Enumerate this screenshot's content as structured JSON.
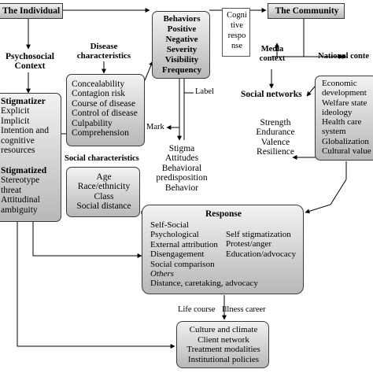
{
  "individual": {
    "title": "The Individual"
  },
  "community": {
    "title": "The Community"
  },
  "psychosocial": {
    "line1": "Psychosocial",
    "line2": "Context"
  },
  "stigmatizer": {
    "title": "Stigmatizer",
    "items": [
      "Explicit",
      "Implicit",
      "Intention and",
      "cognitive",
      "resources"
    ]
  },
  "stigmatized": {
    "title": "Stigmatized",
    "items": [
      "Stereotype",
      "threat",
      "Attitudinal",
      "ambiguity"
    ]
  },
  "disease": {
    "header1": "Disease",
    "header2": "characteristics",
    "items": [
      "Concealability",
      "Contagion risk",
      "Course of disease",
      "Control of disease",
      "Culpability",
      "Comprehension"
    ]
  },
  "social_characteristics": {
    "header": "Social characteristics",
    "items": [
      "Age",
      "Race/ethnicity",
      "Class",
      "Social distance"
    ]
  },
  "behaviors": {
    "items": [
      "Behaviors",
      "Positive",
      "Negative",
      "Severity",
      "Visibility",
      "Frequency"
    ]
  },
  "cognitive": {
    "lines": [
      "Cogni",
      "tive",
      "respo",
      "nse"
    ]
  },
  "label_text": "Label",
  "mark_text": "Mark",
  "stigma": {
    "items": [
      "Stigma",
      "Attitudes",
      "Behavioral",
      "predisposition",
      "Behavior"
    ]
  },
  "media": {
    "line1": "Media",
    "line2": "context"
  },
  "national": {
    "title": "National conte"
  },
  "social_networks": {
    "title": "Social networks",
    "items": [
      "Strength",
      "Endurance",
      "Valence",
      "Resilience"
    ]
  },
  "national_box": {
    "items": [
      "Economic",
      "development",
      "Welfare state",
      "ideology",
      "Health care",
      "system",
      "Globalization",
      "Cultural value"
    ]
  },
  "response": {
    "title": "Response",
    "left_items": [
      "Self-Social",
      "Psychological",
      "External attribution",
      "Disengagement",
      "Social comparison"
    ],
    "others": "Others",
    "last": "Distance, caretaking, advocacy",
    "right_items": [
      "Self stigmatization",
      "Protest/anger",
      "Education/advocacy"
    ]
  },
  "timeline": {
    "life_course": "Life course",
    "illness_career": "Illness career"
  },
  "culture": {
    "items": [
      "Culture and climate",
      "Client network",
      "Treatment modalities",
      "Institutional policies"
    ]
  }
}
